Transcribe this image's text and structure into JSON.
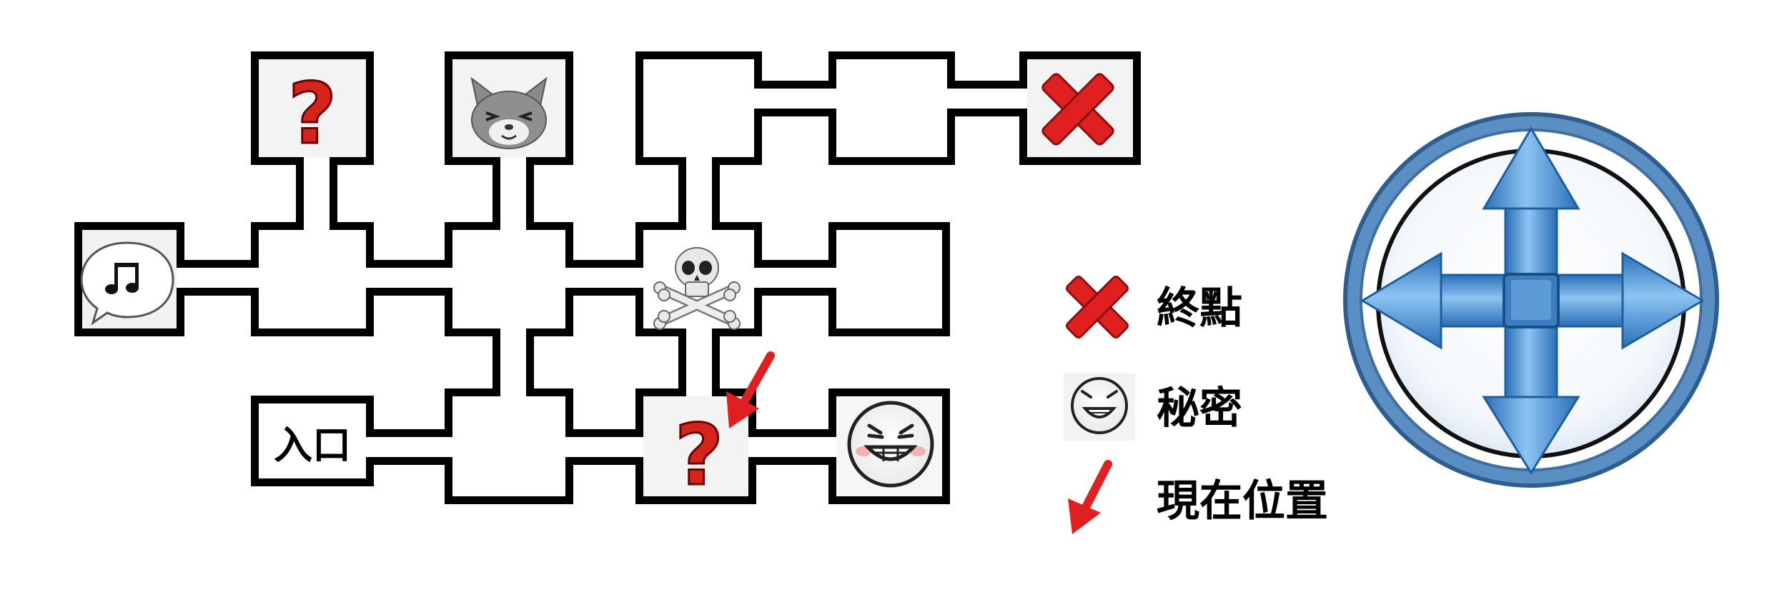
{
  "map": {
    "entrance_label": "入口",
    "rooms": [
      {
        "id": "music",
        "icon": "music-bubble-icon"
      },
      {
        "id": "mystery-top",
        "icon": "question-mark-icon"
      },
      {
        "id": "cat",
        "icon": "cat-face-icon"
      },
      {
        "id": "goal",
        "icon": "red-x-icon"
      },
      {
        "id": "danger",
        "icon": "skull-crossbones-icon"
      },
      {
        "id": "mystery-current",
        "icon": "question-mark-icon"
      },
      {
        "id": "secret",
        "icon": "grinning-face-icon"
      }
    ],
    "question_mark": "?",
    "current_room": "mystery-current"
  },
  "legend": {
    "goal_label": "終點",
    "secret_label": "秘密",
    "current_label": "現在位置"
  },
  "controls": {
    "dpad": [
      "up",
      "down",
      "left",
      "right"
    ]
  },
  "colors": {
    "wall": "#000000",
    "marker": "#e02020",
    "question": "#d4241c",
    "dpad": "#4a90d9",
    "dpad_dark": "#1f5e9e",
    "ring": "#5b8fc4"
  }
}
